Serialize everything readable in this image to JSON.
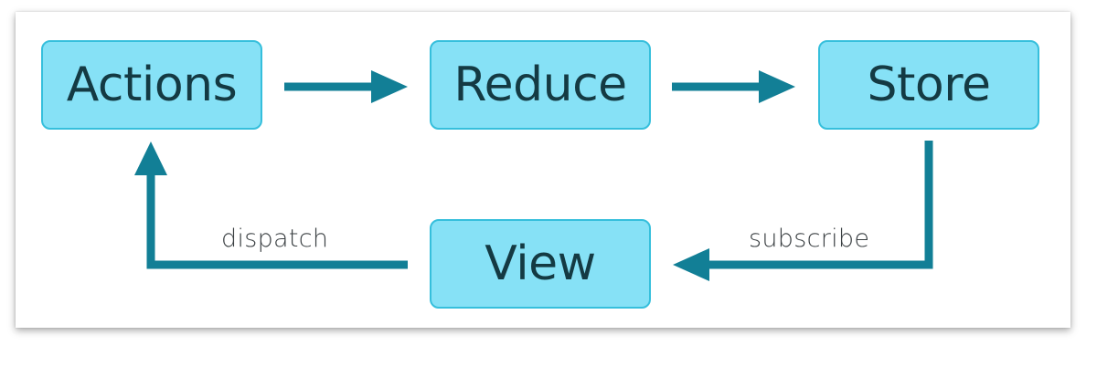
{
  "colors": {
    "node_fill": "#86e1f6",
    "node_border": "#36bfdc",
    "node_text": "#143a43",
    "arrow": "#127f96",
    "label_text": "#3a3f42"
  },
  "nodes": {
    "actions": "Actions",
    "reduce": "Reduce",
    "store": "Store",
    "view": "View"
  },
  "edges": [
    {
      "from": "Actions",
      "to": "Reduce",
      "label": ""
    },
    {
      "from": "Reduce",
      "to": "Store",
      "label": ""
    },
    {
      "from": "Store",
      "to": "View",
      "label": "subscribe"
    },
    {
      "from": "View",
      "to": "Actions",
      "label": "dispatch"
    }
  ],
  "labels": {
    "dispatch": "dispatch",
    "subscribe": "subscribe"
  }
}
